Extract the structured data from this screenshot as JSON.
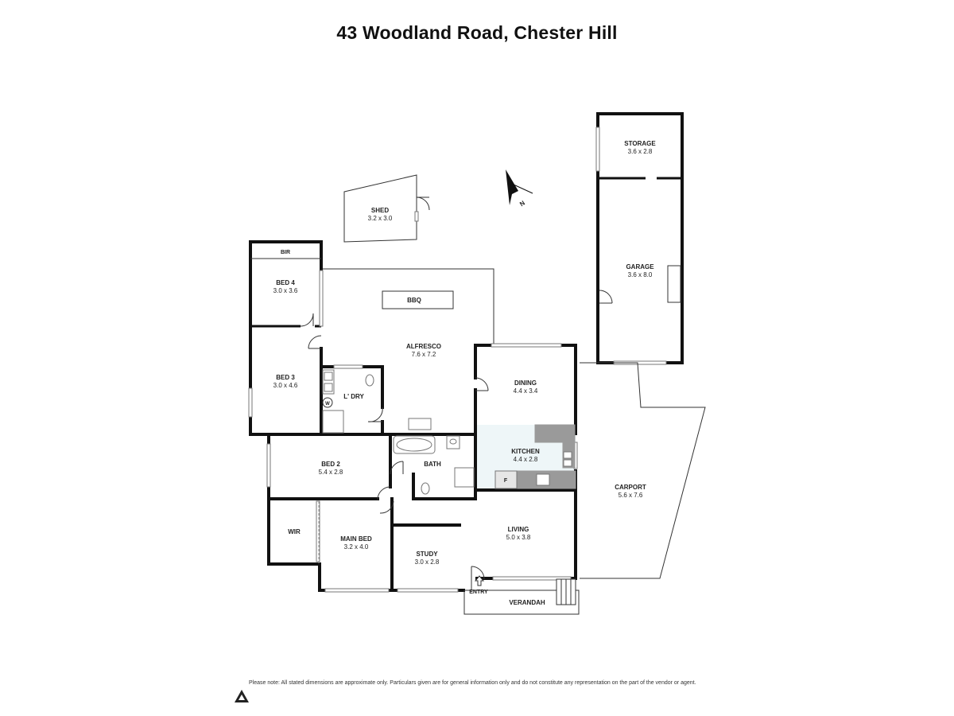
{
  "title": "43 Woodland Road, Chester Hill",
  "compass": "N",
  "rooms": {
    "storage": {
      "name": "STORAGE",
      "dims": "3.6 x 2.8"
    },
    "shed": {
      "name": "SHED",
      "dims": "3.2 x 3.0"
    },
    "garage": {
      "name": "GARAGE",
      "dims": "3.6 x 8.0"
    },
    "bir": {
      "name": "BIR"
    },
    "bed4": {
      "name": "BED 4",
      "dims": "3.0 x 3.6"
    },
    "bbq": {
      "name": "BBQ"
    },
    "alfresco": {
      "name": "ALFRESCO",
      "dims": "7.6 x 7.2"
    },
    "bed3": {
      "name": "BED 3",
      "dims": "3.0 x 4.6"
    },
    "ldry": {
      "name": "L' DRY"
    },
    "dining": {
      "name": "DINING",
      "dims": "4.4 x 3.4"
    },
    "bath": {
      "name": "BATH"
    },
    "kitchen": {
      "name": "KITCHEN",
      "dims": "4.4 x 2.8"
    },
    "fridge": {
      "name": "F"
    },
    "washer": {
      "name": "W"
    },
    "bed2": {
      "name": "BED 2",
      "dims": "5.4 x 2.8"
    },
    "carport": {
      "name": "CARPORT",
      "dims": "5.6 x 7.6"
    },
    "wir": {
      "name": "WIR"
    },
    "mainbed": {
      "name": "MAIN BED",
      "dims": "3.2 x 4.0"
    },
    "living": {
      "name": "LIVING",
      "dims": "5.0 x 3.8"
    },
    "study": {
      "name": "STUDY",
      "dims": "3.0 x 2.8"
    },
    "entry": {
      "name": "ENTRY"
    },
    "verandah": {
      "name": "VERANDAH"
    }
  },
  "disclaimer": "Please note: All stated dimensions are approximate only. Particulars given are for general information only and do not constitute any representation on the part of the vendor or agent.",
  "colors": {
    "wall": "#111111",
    "fixture": "#9a9a9a",
    "tint": "#eef6f8"
  }
}
